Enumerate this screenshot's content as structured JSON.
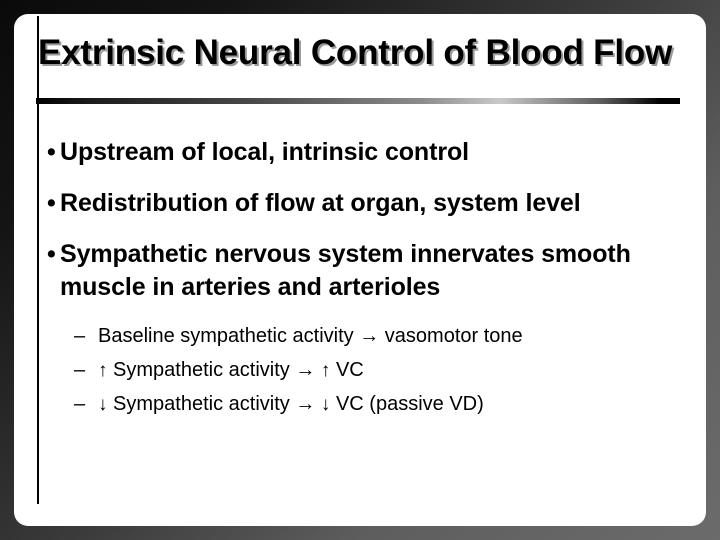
{
  "slide": {
    "title": "Extrinsic Neural Control of Blood Flow",
    "bullets": [
      {
        "marker": "•",
        "text": "Upstream of local, intrinsic control",
        "sub": []
      },
      {
        "marker": "•",
        "text": "Redistribution of flow at organ, system level",
        "sub": []
      },
      {
        "marker": "•",
        "text": "Sympathetic nervous system innervates smooth muscle in arteries and arterioles",
        "sub": [
          {
            "marker": "–",
            "parts": [
              {
                "kind": "text",
                "value": "Baseline sympathetic activity "
              },
              {
                "kind": "arrow-right",
                "value": "→"
              },
              {
                "kind": "text",
                "value": " vasomotor tone"
              }
            ],
            "plain": "– Baseline sympathetic activity → vasomotor tone"
          },
          {
            "marker": "–",
            "parts": [
              {
                "kind": "arrow-up",
                "value": "↑"
              },
              {
                "kind": "text",
                "value": " Sympathetic activity "
              },
              {
                "kind": "arrow-right",
                "value": "→"
              },
              {
                "kind": "text",
                "value": " "
              },
              {
                "kind": "arrow-up",
                "value": "↑"
              },
              {
                "kind": "text",
                "value": " VC"
              }
            ],
            "plain": "– ↑ Sympathetic activity → ↑ VC"
          },
          {
            "marker": "–",
            "parts": [
              {
                "kind": "arrow-down",
                "value": "↓"
              },
              {
                "kind": "text",
                "value": " Sympathetic activity "
              },
              {
                "kind": "arrow-right",
                "value": "→"
              },
              {
                "kind": "text",
                "value": " "
              },
              {
                "kind": "arrow-down",
                "value": "↓"
              },
              {
                "kind": "text",
                "value": " VC (passive VD)"
              }
            ],
            "plain": "– ↓ Sympathetic activity → ↓ VC (passive VD)"
          }
        ]
      }
    ]
  },
  "colors": {
    "frame_dark": "#0a0a0a",
    "frame_light": "#6b6b6b",
    "canvas": "#ffffff",
    "text": "#000000",
    "title_shadow": "#9a9a9a"
  }
}
